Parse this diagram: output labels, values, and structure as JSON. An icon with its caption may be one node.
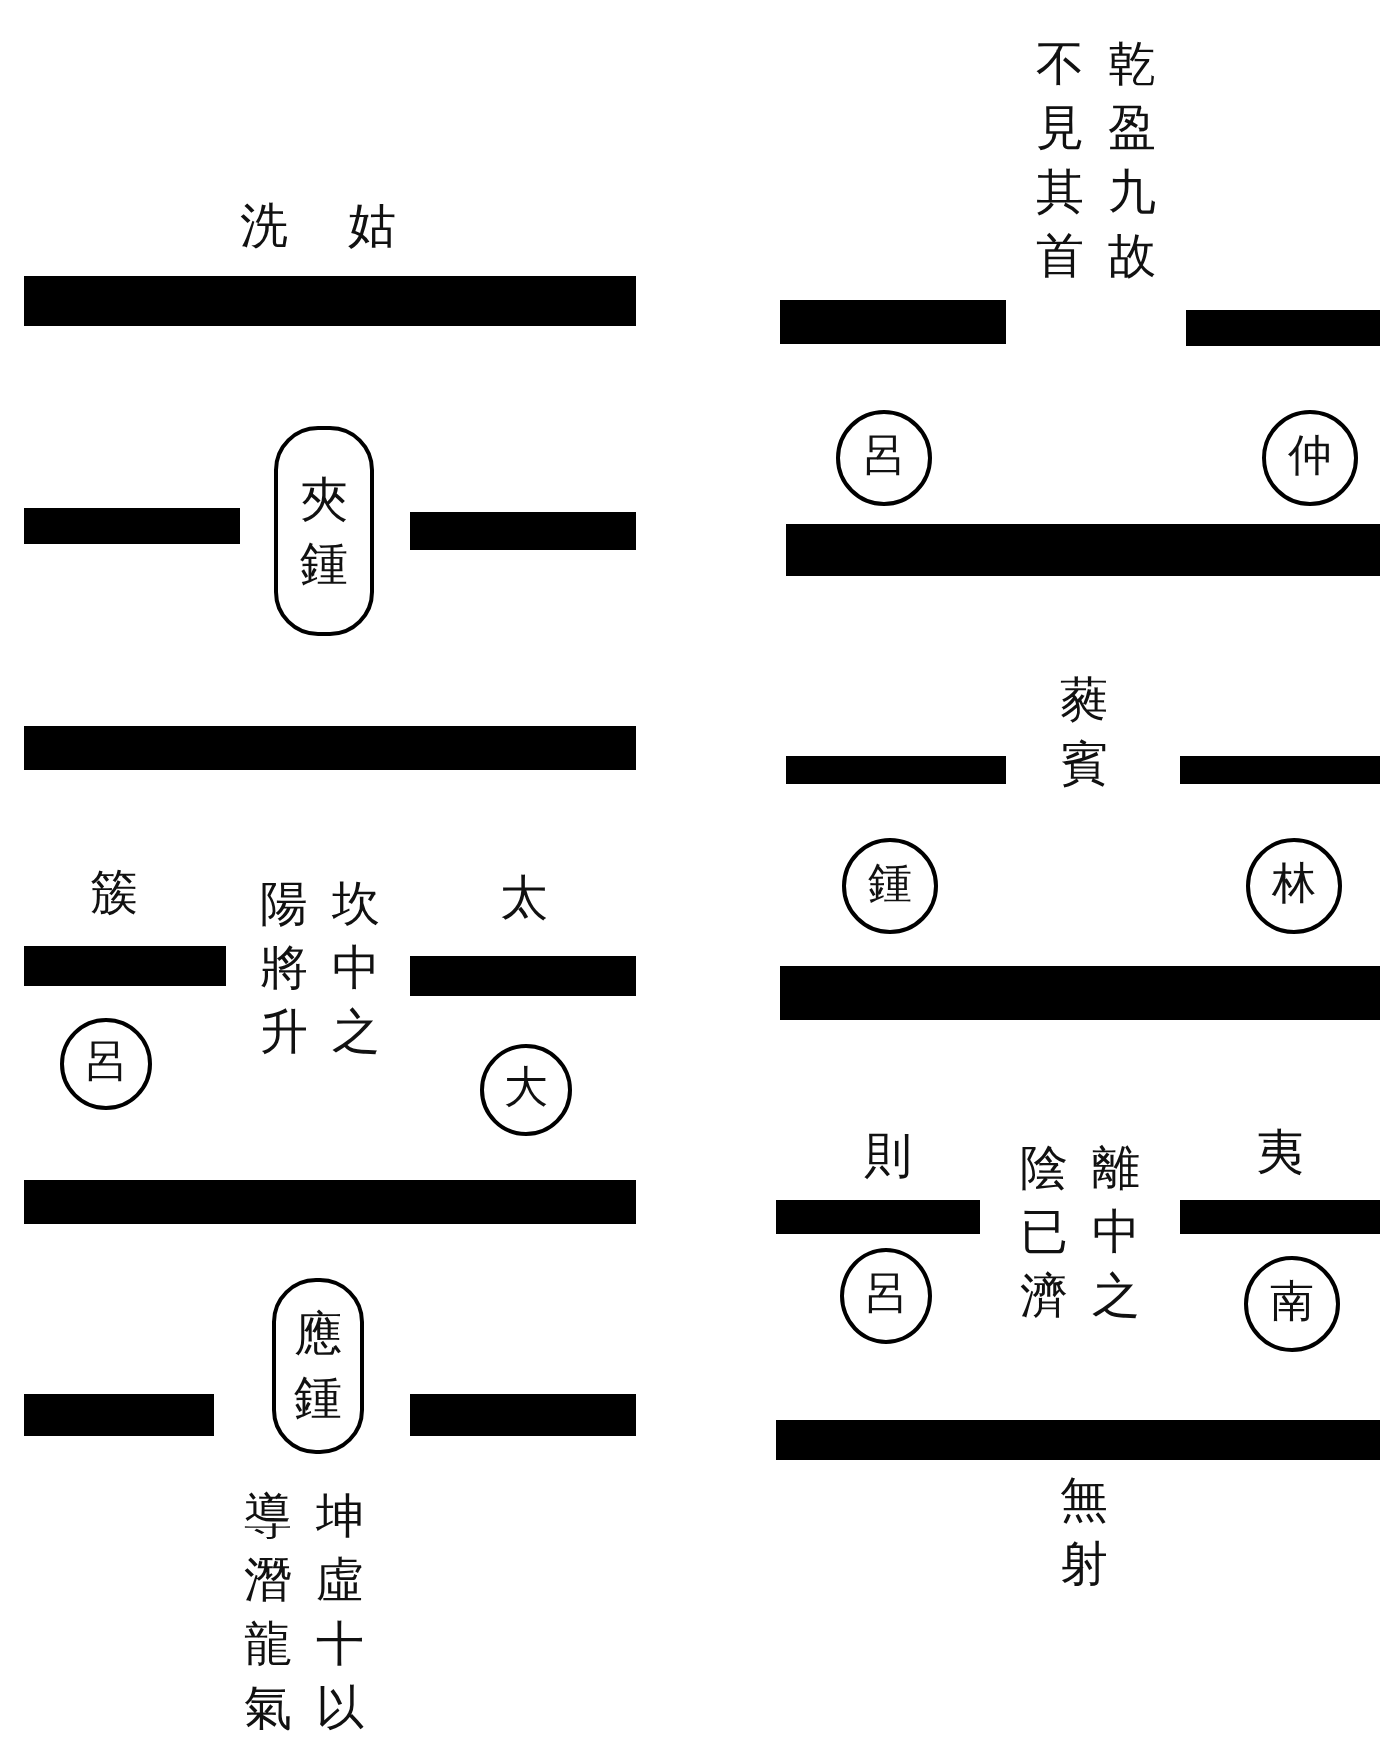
{
  "diagram": {
    "nodes": [
      {
        "text": [],
        "shape": "bar"
      },
      {
        "text": [],
        "shape": "bar"
      },
      {
        "text": [
          "夾鍾"
        ]
      },
      {
        "text": [],
        "shape": "bar"
      },
      {
        "text": [],
        "shape": "bar"
      },
      {
        "text": [],
        "shape": "bar"
      },
      {
        "text": [],
        "shape": "bar"
      },
      {
        "text": [
          "呂"
        ]
      },
      {
        "text": [
          "大"
        ]
      },
      {
        "text": [],
        "shape": "bar"
      },
      {
        "text": [],
        "shape": "bar"
      },
      {
        "text": [
          "應鍾"
        ]
      },
      {
        "text": [],
        "shape": "bar"
      },
      {
        "text": [],
        "shape": "bar"
      },
      {
        "text": [],
        "shape": "bar"
      },
      {
        "text": [
          "呂"
        ]
      },
      {
        "text": [
          "仲"
        ]
      },
      {
        "text": [],
        "shape": "bar"
      },
      {
        "text": [],
        "shape": "bar"
      },
      {
        "text": [],
        "shape": "bar"
      },
      {
        "text": [
          "鍾"
        ]
      },
      {
        "text": [
          "林"
        ]
      },
      {
        "text": [],
        "shape": "bar"
      },
      {
        "text": [],
        "shape": "bar"
      },
      {
        "text": [],
        "shape": "bar"
      },
      {
        "text": [
          "呂"
        ]
      },
      {
        "text": [
          "南"
        ]
      },
      {
        "text": [],
        "shape": "bar"
      }
    ],
    "labels": [
      "洗",
      "姑",
      "簇",
      "坎中之陽將升",
      "太",
      "坤虛十以",
      "導潛龍氣",
      "乾盈九故",
      "不見其首",
      "蕤賓",
      "則",
      "離中之陰已濟",
      "夷",
      "無射"
    ]
  }
}
